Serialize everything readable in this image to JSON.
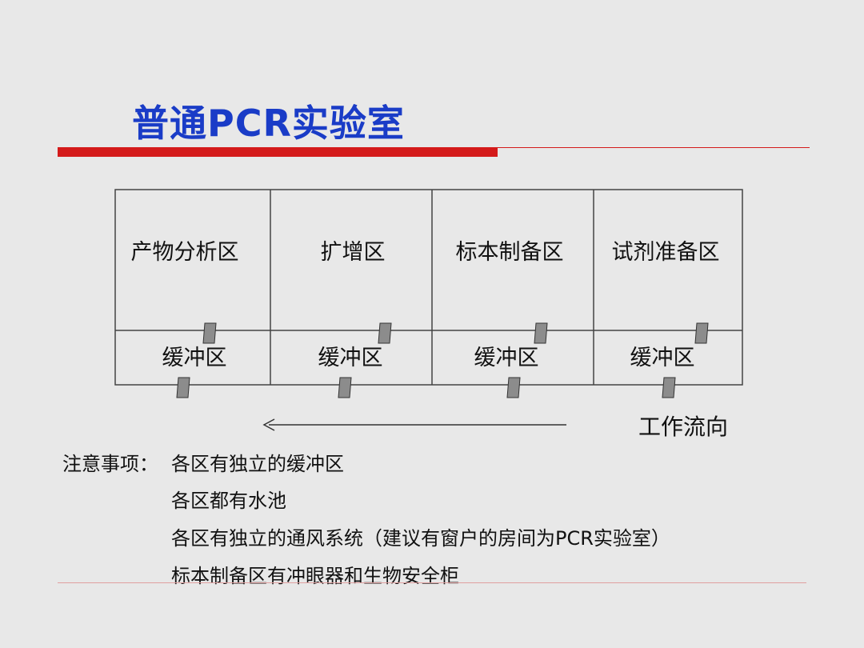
{
  "slide": {
    "title": "普通PCR实验室"
  },
  "zones": [
    {
      "label": "产物分析区",
      "buffer_label": "缓冲区"
    },
    {
      "label": "扩增区",
      "buffer_label": "缓冲区"
    },
    {
      "label": "标本制备区",
      "buffer_label": "缓冲区"
    },
    {
      "label": "试剂准备区",
      "buffer_label": "缓冲区"
    }
  ],
  "flow": {
    "label": "工作流向"
  },
  "notes": {
    "prefix": "注意事项：",
    "items": [
      "各区有独立的缓冲区",
      "各区都有水池",
      "各区有独立的通风系统（建议有窗户的房间为PCR实验室）",
      "标本制备区有冲眼器和生物安全柜"
    ]
  },
  "colors": {
    "title": "#1a3cc7",
    "accent_rule": "#d41a1a",
    "door": "#8c8c8c"
  }
}
